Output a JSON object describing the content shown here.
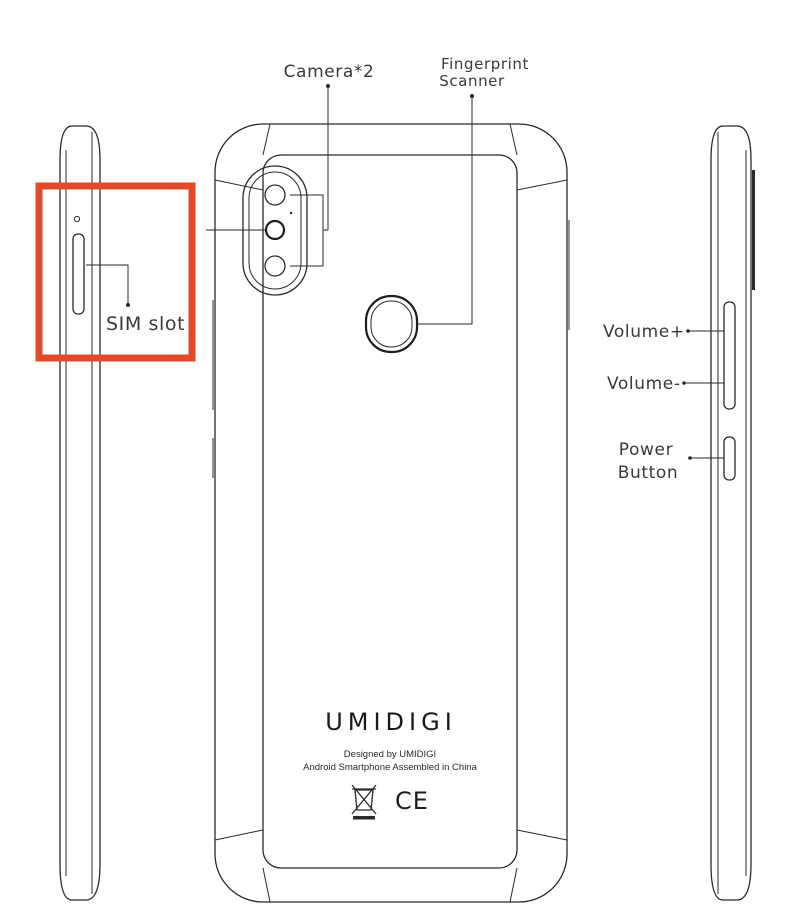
{
  "labels": {
    "camera": "Camera*2",
    "fingerprint_line1": "Fingerprint",
    "fingerprint_line2": "Scanner",
    "sim_slot": "SIM slot",
    "volume_up": "Volume+",
    "volume_down": "Volume-",
    "power_line1": "Power",
    "power_line2": "Button"
  },
  "back_panel": {
    "brand": "UMIDIGI",
    "designed_by": "Designed by UMIDIGI",
    "assembled": "Android Smartphone Assembled in China",
    "ce_mark": "CE"
  },
  "colors": {
    "highlight": "#e24a2c",
    "line": "#2a2a2a"
  },
  "icons": {
    "weee": "crossed-out-bin-icon",
    "ce": "ce-mark-icon"
  }
}
